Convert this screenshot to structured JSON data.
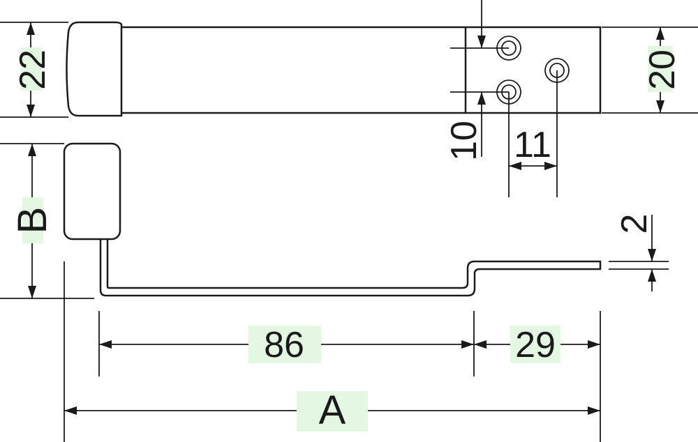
{
  "dimensions": {
    "height_top": "22",
    "height_right": "20",
    "hole_vertical": "10",
    "hole_horizontal": "11",
    "height_side": "B",
    "thickness": "2",
    "length_main": "86",
    "length_end": "29",
    "length_total": "A"
  },
  "colors": {
    "line": "#1a1a1a",
    "label_highlight": "#e3f7e3"
  }
}
